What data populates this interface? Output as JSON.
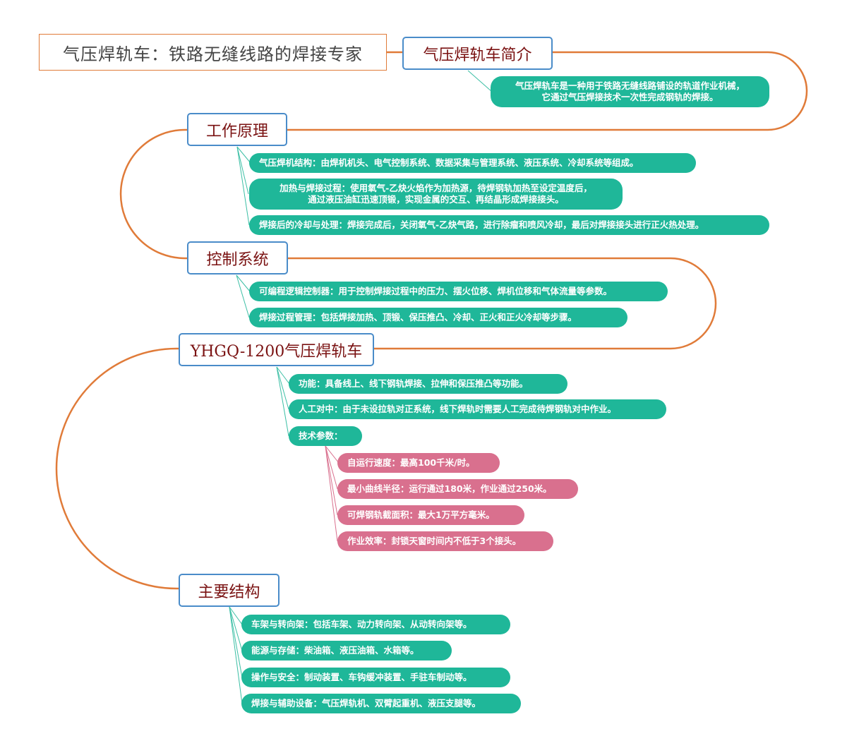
{
  "root": {
    "title": "气压焊轨车：铁路无缝线路的焊接专家"
  },
  "colors": {
    "root_border": "#e07b39",
    "branch_line": "#e07b39",
    "topic_border": "#4a8cc9",
    "topic_text": "#7a1212",
    "leaf_green": "#1fb799",
    "leaf_pink": "#d9708e"
  },
  "topics": [
    {
      "title": "气压焊轨车简介",
      "items": [
        {
          "lines": [
            "气压焊轨车是一种用于铁路无缝线路铺设的轨道作业机械，",
            "它通过气压焊接技术一次性完成钢轨的焊接。"
          ]
        }
      ]
    },
    {
      "title": "工作原理",
      "items": [
        {
          "text": "气压焊机结构：由焊机机头、电气控制系统、数据采集与管理系统、液压系统、冷却系统等组成。"
        },
        {
          "lines": [
            "加热与焊接过程：使用氧气-乙炔火焰作为加热源，待焊钢轨加热至设定温度后，",
            "通过液压油缸迅速顶锻，实现金属的交互、再结晶形成焊接接头。"
          ]
        },
        {
          "text": "焊接后的冷却与处理：焊接完成后，关闭氧气-乙炔气路，进行除瘤和喷风冷却，最后对焊接接头进行正火热处理。"
        }
      ]
    },
    {
      "title": "控制系统",
      "items": [
        {
          "text": "可编程逻辑控制器：用于控制焊接过程中的压力、摆火位移、焊机位移和气体流量等参数。"
        },
        {
          "text": "焊接过程管理：包括焊接加热、顶锻、保压推凸、冷却、正火和正火冷却等步骤。"
        }
      ]
    },
    {
      "title": "YHGQ-1200气压焊轨车",
      "items": [
        {
          "text": "功能：具备线上、线下钢轨焊接、拉伸和保压推凸等功能。"
        },
        {
          "text": "人工对中：由于未设拉轨对正系统，线下焊轨时需要人工完成待焊钢轨对中作业。"
        },
        {
          "text": "技术参数：",
          "children": [
            {
              "text": "自运行速度：最高100千米/时。"
            },
            {
              "text": "最小曲线半径：运行通过180米，作业通过250米。"
            },
            {
              "text": "可焊钢轨截面积：最大1万平方毫米。"
            },
            {
              "text": "作业效率：封锁天窗时间内不低于3个接头。"
            }
          ]
        }
      ]
    },
    {
      "title": "主要结构",
      "items": [
        {
          "text": "车架与转向架：包括车架、动力转向架、从动转向架等。"
        },
        {
          "text": "能源与存储：柴油箱、液压油箱、水箱等。"
        },
        {
          "text": "操作与安全：制动装置、车钩缓冲装置、手驻车制动等。"
        },
        {
          "text": "焊接与辅助设备：气压焊轨机、双臂起重机、液压支腿等。"
        }
      ]
    }
  ]
}
